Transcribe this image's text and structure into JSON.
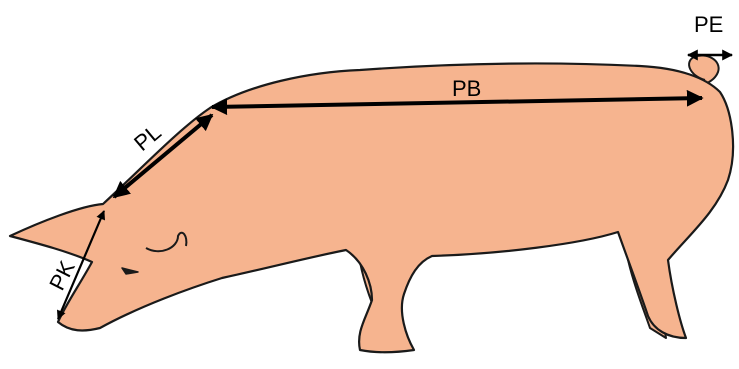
{
  "diagram": {
    "labels": {
      "pe": "PE",
      "pb": "PB",
      "pl": "PL",
      "pk": "PK"
    },
    "colors": {
      "body_fill": "#f6b48f",
      "outline": "#1a1a1a",
      "arrow": "#000000",
      "background": "#ffffff"
    }
  }
}
